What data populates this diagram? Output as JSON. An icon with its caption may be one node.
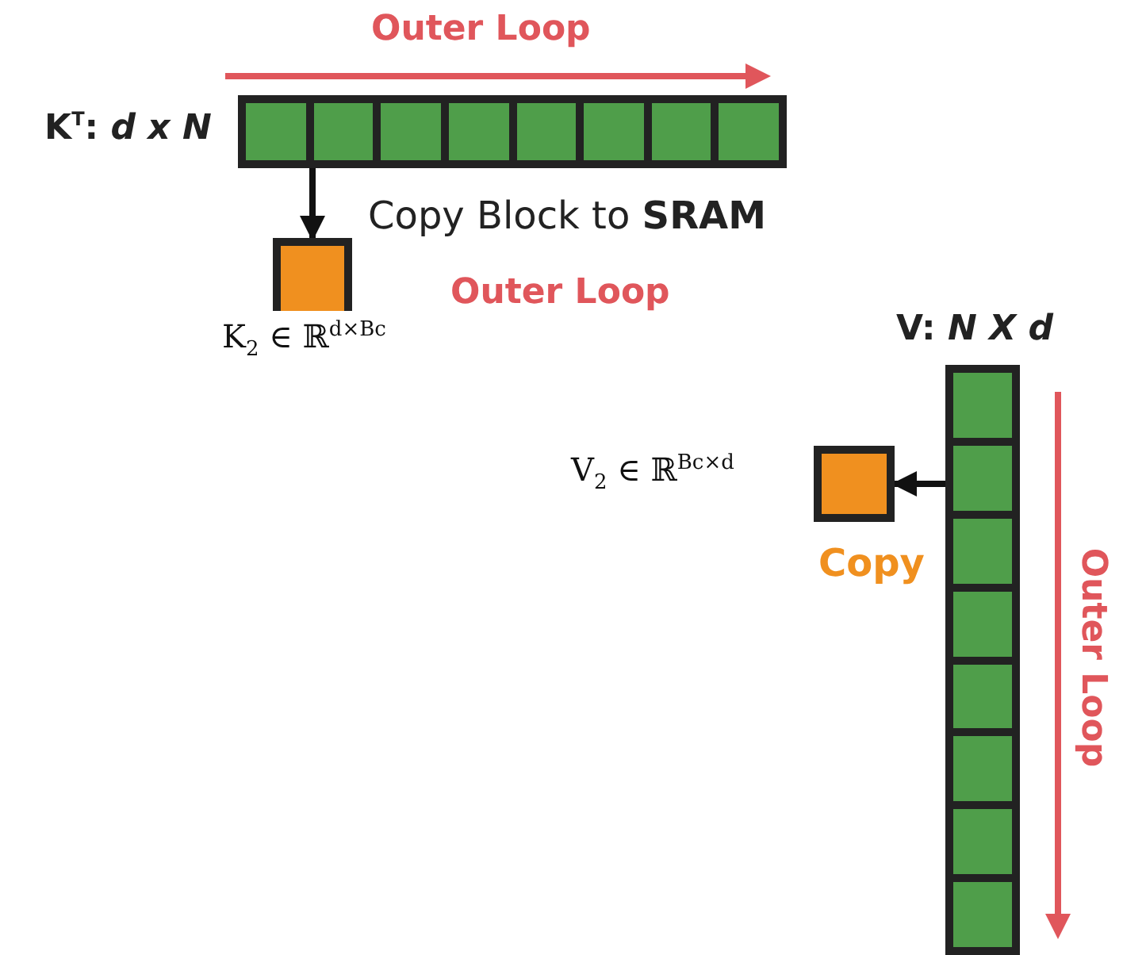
{
  "diagram": {
    "nodes": [
      {
        "text": [
          "K$^{T}$: *d x N*"
        ]
      },
      {
        "text": [
          "K$_{2}$ ∈ ℝ$^{d×Bc}$"
        ]
      },
      {
        "text": [
          "V: *N X d*"
        ]
      },
      {
        "text": [
          "V$_{2}$ ∈ ℝ$^{Bc×d}$"
        ]
      }
    ],
    "edges": [
      {
        "from": 0,
        "to": 1,
        "arrow": "to",
        "label": "Copy Block to **SRAM**"
      },
      {
        "from": 2,
        "to": 3,
        "arrow": "to",
        "label": "Copy"
      }
    ],
    "labels": [
      "Outer Loop",
      "Outer Loop",
      "Outer Loop"
    ]
  }
}
